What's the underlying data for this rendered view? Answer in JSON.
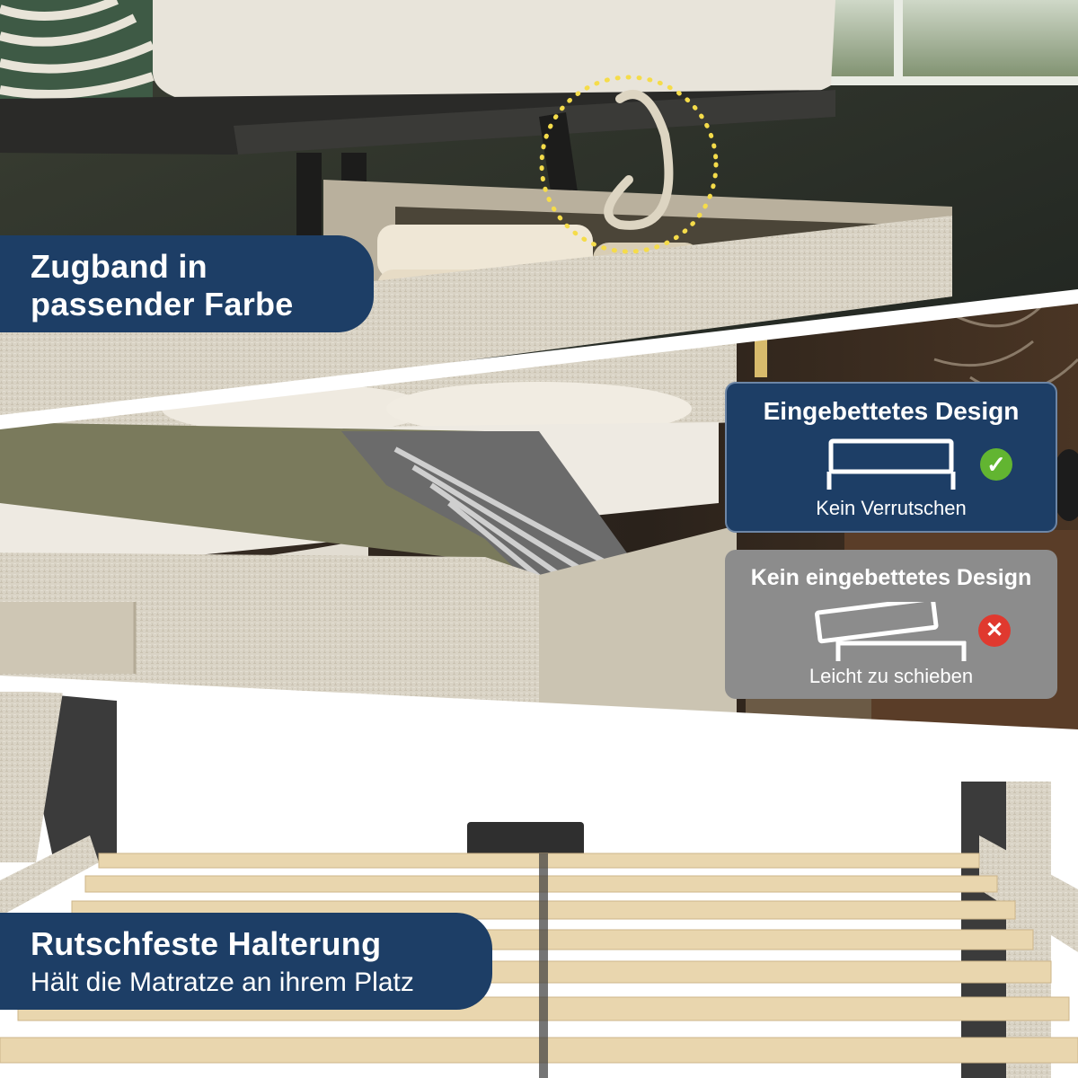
{
  "callouts": {
    "top": {
      "title_line1": "Zugband in",
      "title_line2": "passender Farbe"
    },
    "bottom": {
      "title": "Rutschfeste Halterung",
      "subtitle": "Hält die Matratze an ihrem Platz"
    }
  },
  "comparison": {
    "good": {
      "title": "Eingebettetes Design",
      "caption": "Kein Verrutschen",
      "status_icon": "check-icon"
    },
    "bad": {
      "title": "Kein eingebettetes Design",
      "caption": "Leicht zu schieben",
      "status_icon": "cross-icon"
    }
  },
  "colors": {
    "navy": "#1d3e66",
    "card_grey": "#8c8c8c",
    "check_green": "#62b531",
    "cross_red": "#e0392f",
    "fabric": "#d8d2c4"
  }
}
